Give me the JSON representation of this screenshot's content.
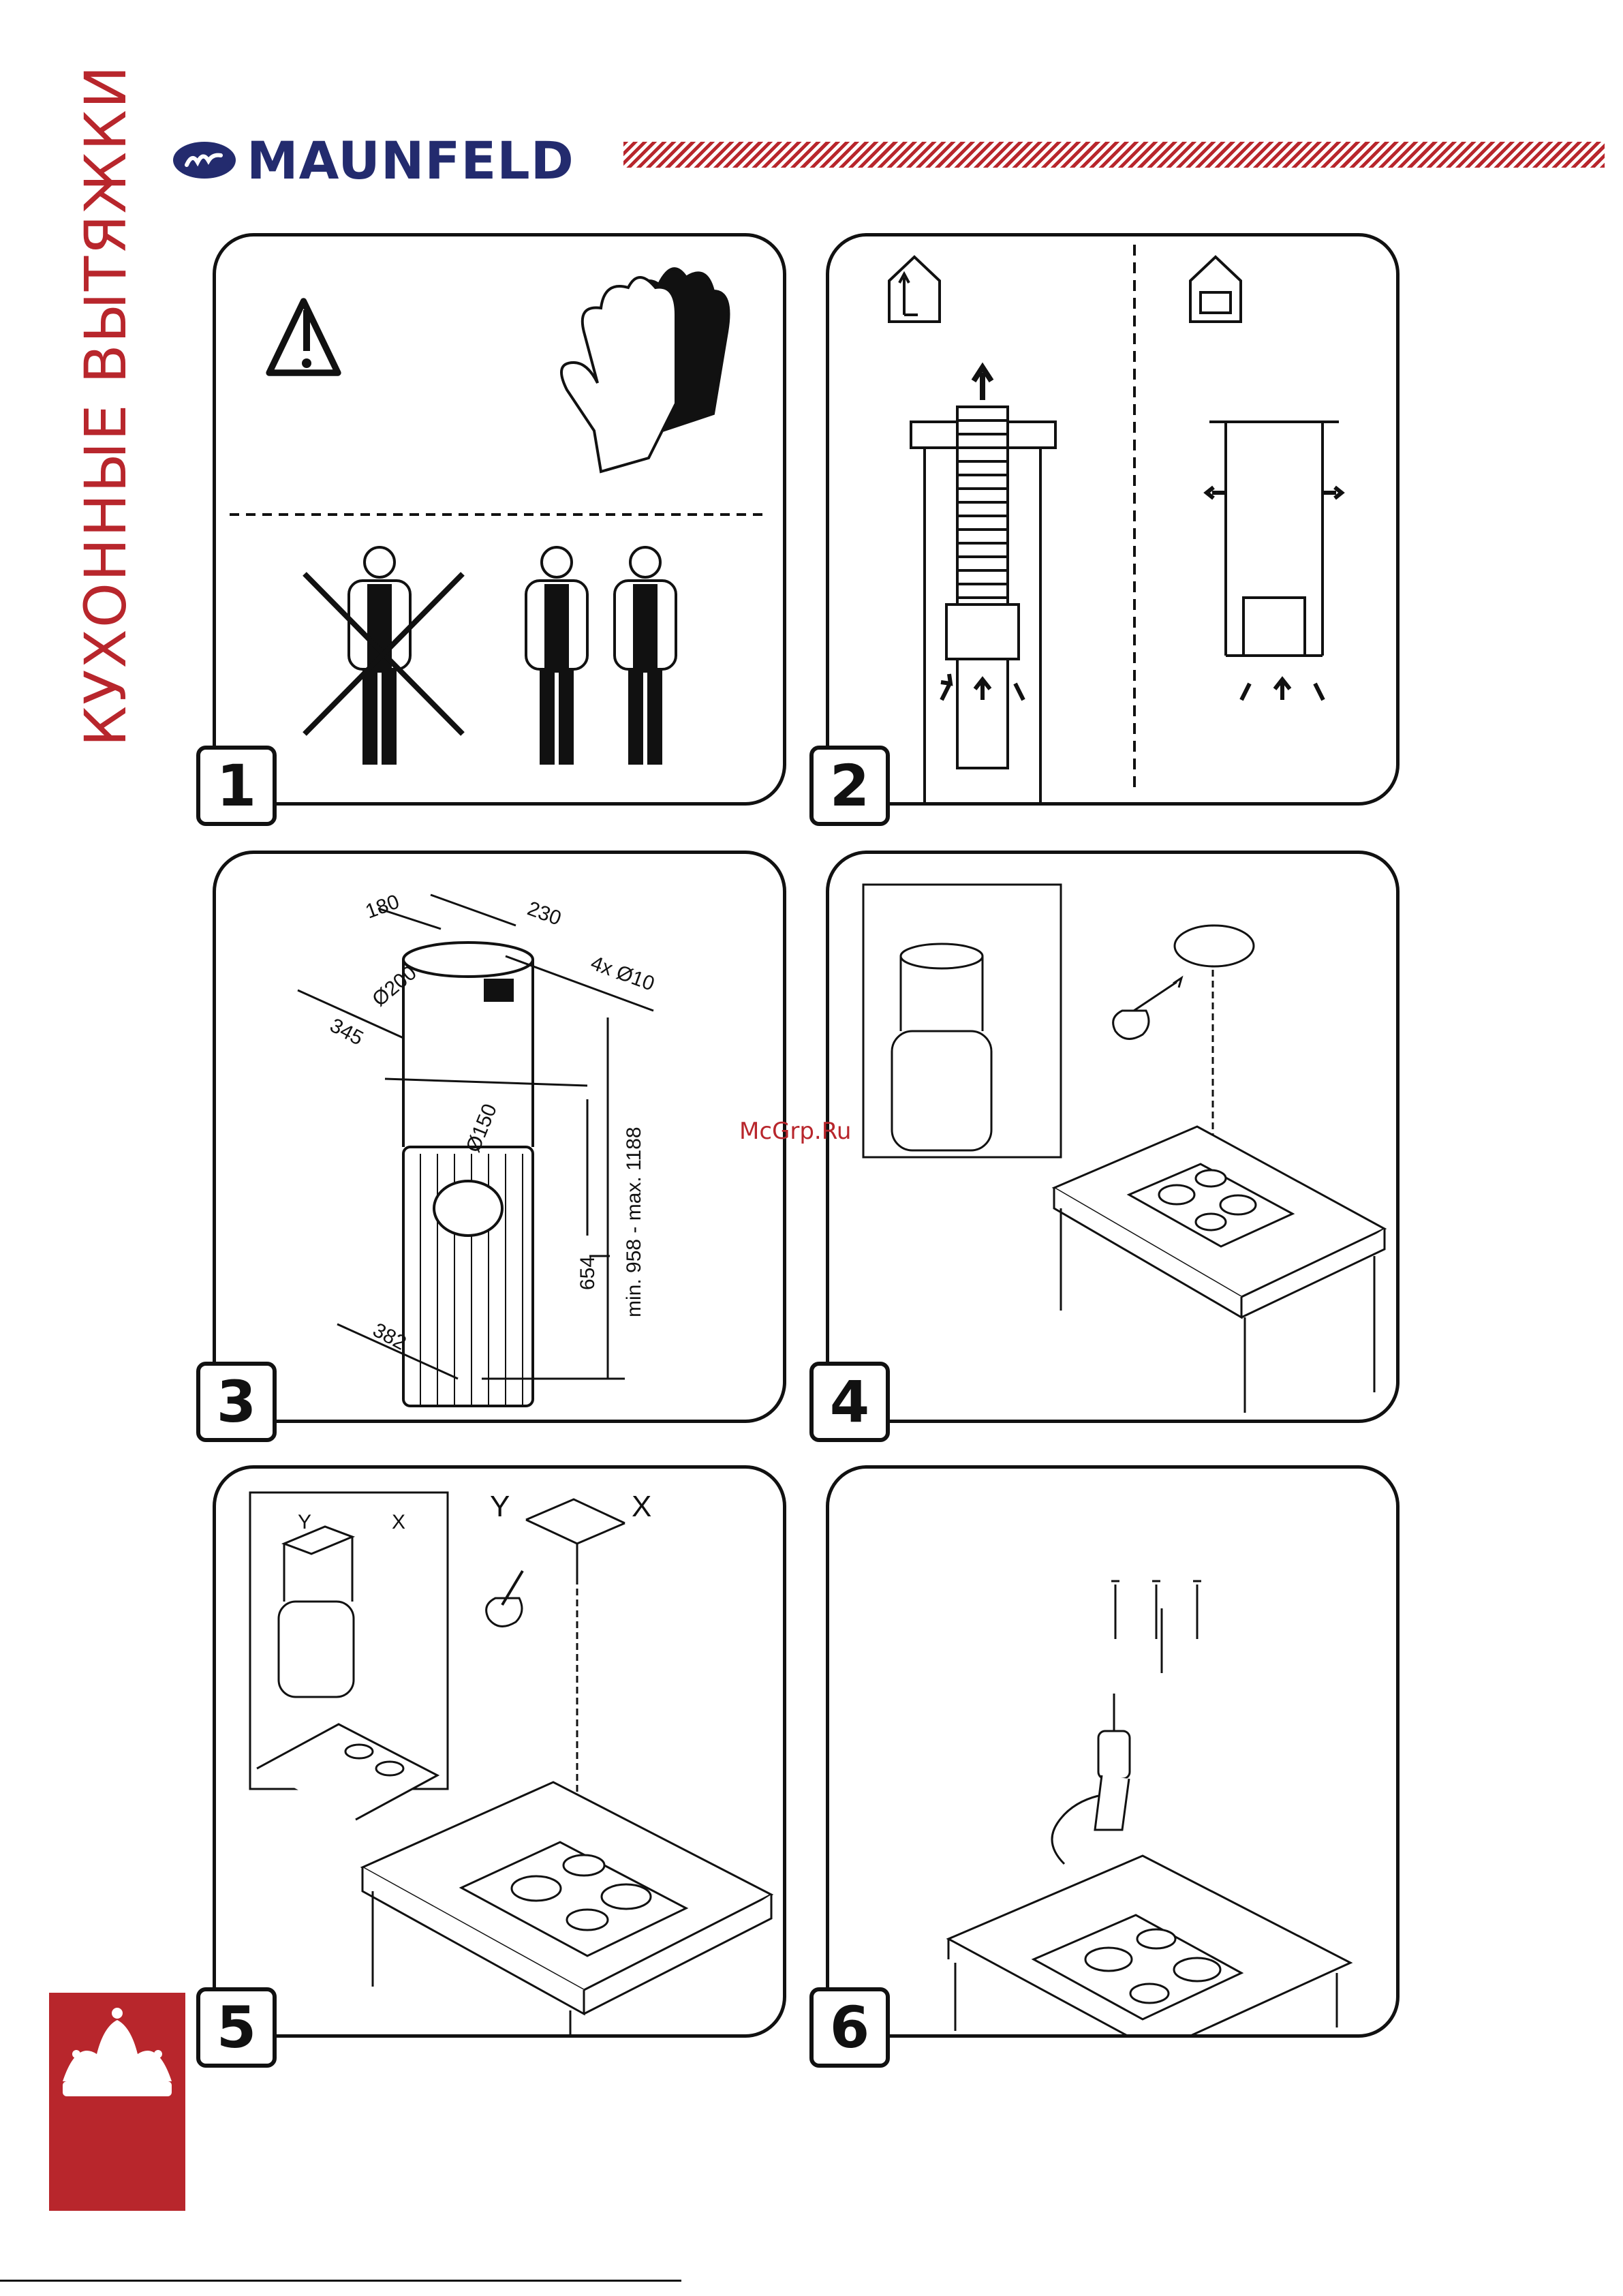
{
  "sidebar": {
    "title": "КУХОННЫЕ ВЫТЯЖКИ"
  },
  "brand": {
    "name": "MAUNFELD"
  },
  "watermark": "McGrp.Ru",
  "colors": {
    "accent": "#b8262c",
    "brand": "#232b6e"
  },
  "steps": [
    {
      "number": "1"
    },
    {
      "number": "2"
    },
    {
      "number": "3",
      "dims": {
        "d180": "180",
        "d230": "230",
        "holes": "4x Ø10",
        "d200": "Ø200",
        "d345": "345",
        "d150": "Ø150",
        "d654": "654",
        "range": "min. 958  -  max. 1188",
        "d382": "382"
      }
    },
    {
      "number": "4"
    },
    {
      "number": "5",
      "axes": {
        "y": "Y",
        "x": "X"
      }
    },
    {
      "number": "6"
    }
  ]
}
